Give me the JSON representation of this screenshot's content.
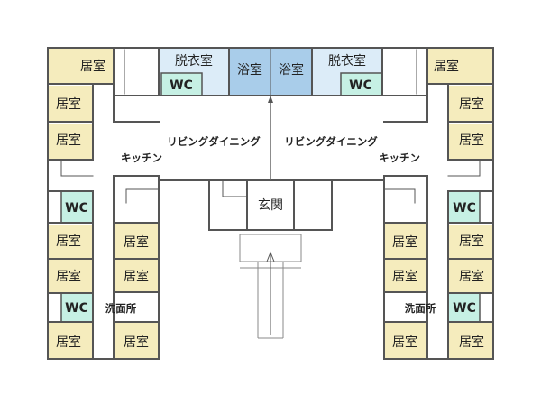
{
  "labels": {
    "living_room": "居室",
    "wc": "WC",
    "changing_room": "脱衣室",
    "bathroom": "浴室",
    "living_dining": "リビングダイニング",
    "kitchen": "キッチン",
    "entrance": "玄関",
    "washroom": "洗面所"
  },
  "colors": {
    "living_room": "#f5ecbd",
    "wc": "#c6f0e4",
    "changing_room": "#dcecf8",
    "bathroom": "#a9cdea",
    "wall": "#555555"
  }
}
